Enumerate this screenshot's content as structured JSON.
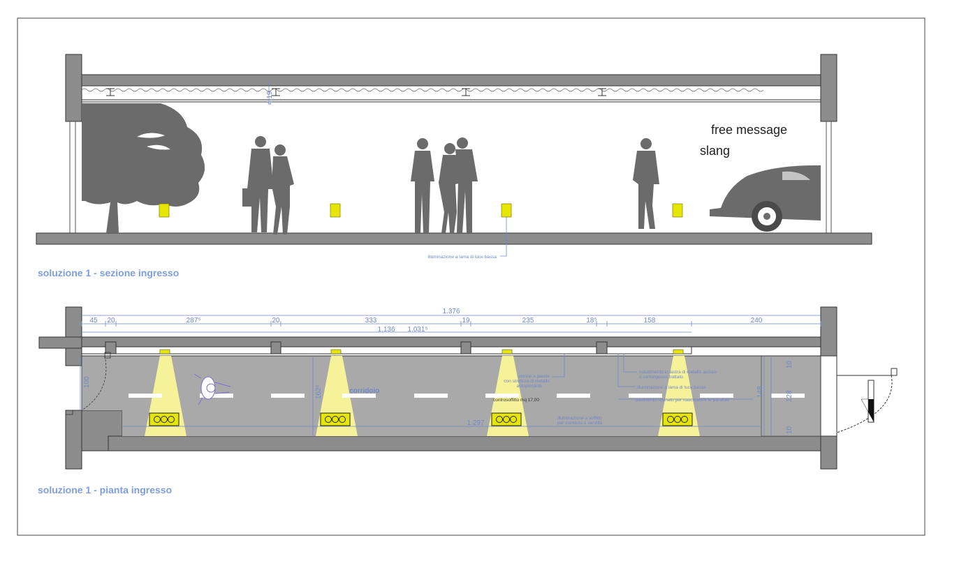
{
  "section": {
    "caption": "soluzione 1 - sezione ingresso",
    "height_label": "4.19",
    "message_line1": "free message",
    "message_line2": "slang",
    "light_note": "illuminazione a lama di luce bassa"
  },
  "plan": {
    "caption": "soluzione 1 - pianta ingresso",
    "total_dim": "1.376",
    "segments": [
      "45",
      "20",
      "287⁵",
      "20",
      "333",
      "19",
      "235",
      "18⁵",
      "158",
      "240"
    ],
    "sub_dim1": "1.136",
    "sub_dim2": "1.031⁵",
    "inner_dim": "1.297",
    "left_dim": "100",
    "mid_dim": "162⁵",
    "right_total": "148",
    "right_parts": [
      "10",
      "128",
      "10"
    ],
    "corridor_label": "corridoio",
    "notes": {
      "vetrine1": "vetrine a parete",
      "vetrine2": "con struttura di metallo",
      "vetrine3": "autoportante",
      "controsoffitto": "controsoffitto mq 17,00",
      "illum_soffitto1": "illuminazione a  soffitto",
      "illum_soffitto2": "per corridoio e vendita",
      "rivestimento1": "rivestimento in lastra di metallo acciaio",
      "rivestimento2": "o cartongesso trattato",
      "illum_lama": "illuminazione a lama di luce bassa",
      "pavimento": "pavimento resinato per nascondere le paratoie"
    }
  },
  "colors": {
    "wall": "#8c8c8c",
    "silhouette": "#6b6b6b",
    "floor_plan": "#a9a9a9",
    "light_yellow": "#f6f29a",
    "lamp_yellow": "#e6e600",
    "annotation": "#6f88c8"
  }
}
